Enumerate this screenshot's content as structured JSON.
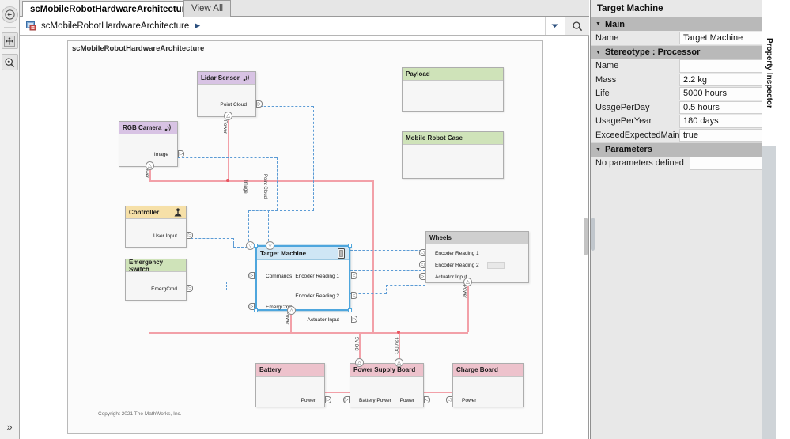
{
  "tabs": [
    {
      "label": "scMobileRobotHardwareArchitecture",
      "active": true
    },
    {
      "label": "View All",
      "active": false
    }
  ],
  "breadcrumb": {
    "label": "scMobileRobotHardwareArchitecture",
    "arrow": "▶",
    "dropdown_icon": "chevron-down-icon",
    "search_icon": "search-icon"
  },
  "left_rail": {
    "buttons": [
      {
        "name": "back-to-parent-icon"
      },
      {
        "name": "fit-to-view-icon"
      },
      {
        "name": "zoom-icon"
      }
    ],
    "expand_label": "»"
  },
  "canvas": {
    "title": "scMobileRobotHardwareArchitecture",
    "copyright": "Copyright 2021 The MathWorks, Inc."
  },
  "diagram": {
    "blocks": [
      {
        "id": "lidar",
        "title": "Lidar Sensor",
        "icon": "wireless-icon",
        "ports": [
          "Point Cloud"
        ],
        "power_port": "Power"
      },
      {
        "id": "rgb",
        "title": "RGB Camera",
        "icon": "wireless-icon",
        "ports": [
          "Image"
        ],
        "power_port": "Power"
      },
      {
        "id": "controller",
        "title": "Controller",
        "icon": "joystick-icon",
        "ports": [
          "User Input"
        ]
      },
      {
        "id": "emergency",
        "title": "Emergency Switch",
        "icon": "",
        "ports": [
          "EmergCmd"
        ]
      },
      {
        "id": "payload",
        "title": "Payload",
        "icon": "",
        "ports": []
      },
      {
        "id": "case",
        "title": "Mobile Robot Case",
        "icon": "",
        "ports": []
      },
      {
        "id": "target",
        "title": "Target Machine",
        "icon": "processor-icon",
        "in_ports": [
          "Commands",
          "EmergCmd"
        ],
        "out_ports": [
          "Encoder Reading 1",
          "Encoder Reading 2",
          "Actuator Input"
        ],
        "top_ports": [
          "Image",
          "Point Cloud"
        ],
        "power_port": "Power",
        "selected": true
      },
      {
        "id": "wheels",
        "title": "Wheels",
        "icon": "",
        "ports": [
          "Encoder Reading 1",
          "Encoder Reading 2",
          "Actuator Input"
        ],
        "power_port": "Power"
      },
      {
        "id": "battery",
        "title": "Battery",
        "icon": "",
        "ports": [
          "Power"
        ]
      },
      {
        "id": "psu",
        "title": "Power Supply Board",
        "icon": "",
        "ports": [
          "Battery Power",
          "Power"
        ],
        "top_ports": [
          "5V DC",
          "12V DC"
        ]
      },
      {
        "id": "charge",
        "title": "Charge Board",
        "icon": "",
        "ports": [
          "Power"
        ]
      }
    ],
    "wire_labels": {
      "image": "Image",
      "point_cloud": "Point Cloud",
      "power": "Power",
      "v5": "5V DC",
      "v12": "12V DC"
    },
    "colors": {
      "signal_line": "#5b9bd5",
      "physical_line": "#f2a0a8",
      "selection": "#4ea6dd",
      "sensor_header": "#d8c3e4",
      "controller_header": "#f6e0a8",
      "switch_header": "#cfe3b9",
      "power_header": "#edc2cc",
      "neutral_header": "#cfcfcf",
      "target_header": "#cfe6f5"
    }
  },
  "inspector": {
    "title": "Target Machine",
    "vertical_tab": "Property Inspector",
    "groups": [
      {
        "name": "Main",
        "rows": [
          {
            "label": "Name",
            "value": "Target Machine"
          }
        ]
      },
      {
        "name": "Stereotype : Processor",
        "rows": [
          {
            "label": "Name",
            "value": ""
          },
          {
            "label": "Mass",
            "value": "2.2 kg"
          },
          {
            "label": "Life",
            "value": "5000 hours"
          },
          {
            "label": "UsagePerDay",
            "value": "0.5 hours"
          },
          {
            "label": "UsagePerYear",
            "value": "180 days"
          },
          {
            "label": "ExceedExpectedMain…",
            "value": "true"
          }
        ]
      },
      {
        "name": "Parameters",
        "rows": [
          {
            "label": "No parameters defined",
            "value": ""
          }
        ]
      }
    ]
  }
}
